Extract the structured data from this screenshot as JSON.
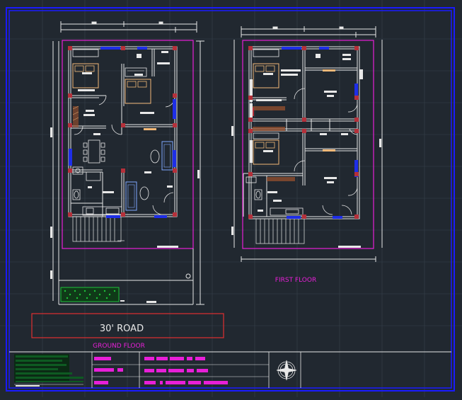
{
  "labels": {
    "road": "30' ROAD",
    "ground_floor": "GROUND FLOOR",
    "first_floor": "FIRST FLOOR"
  },
  "colors": {
    "background": "#212830",
    "frame": "#1a1aff",
    "walls": "#e8e8e8",
    "plot_boundary": "#e81fd8",
    "road_box": "#e03030",
    "windows": "#1e2ee8",
    "columns": "#b5303a",
    "furniture": "#f2b878",
    "garden": "#1ec23a",
    "grid": "#3a434e"
  },
  "icons": {
    "north": "compass-rose-icon"
  }
}
